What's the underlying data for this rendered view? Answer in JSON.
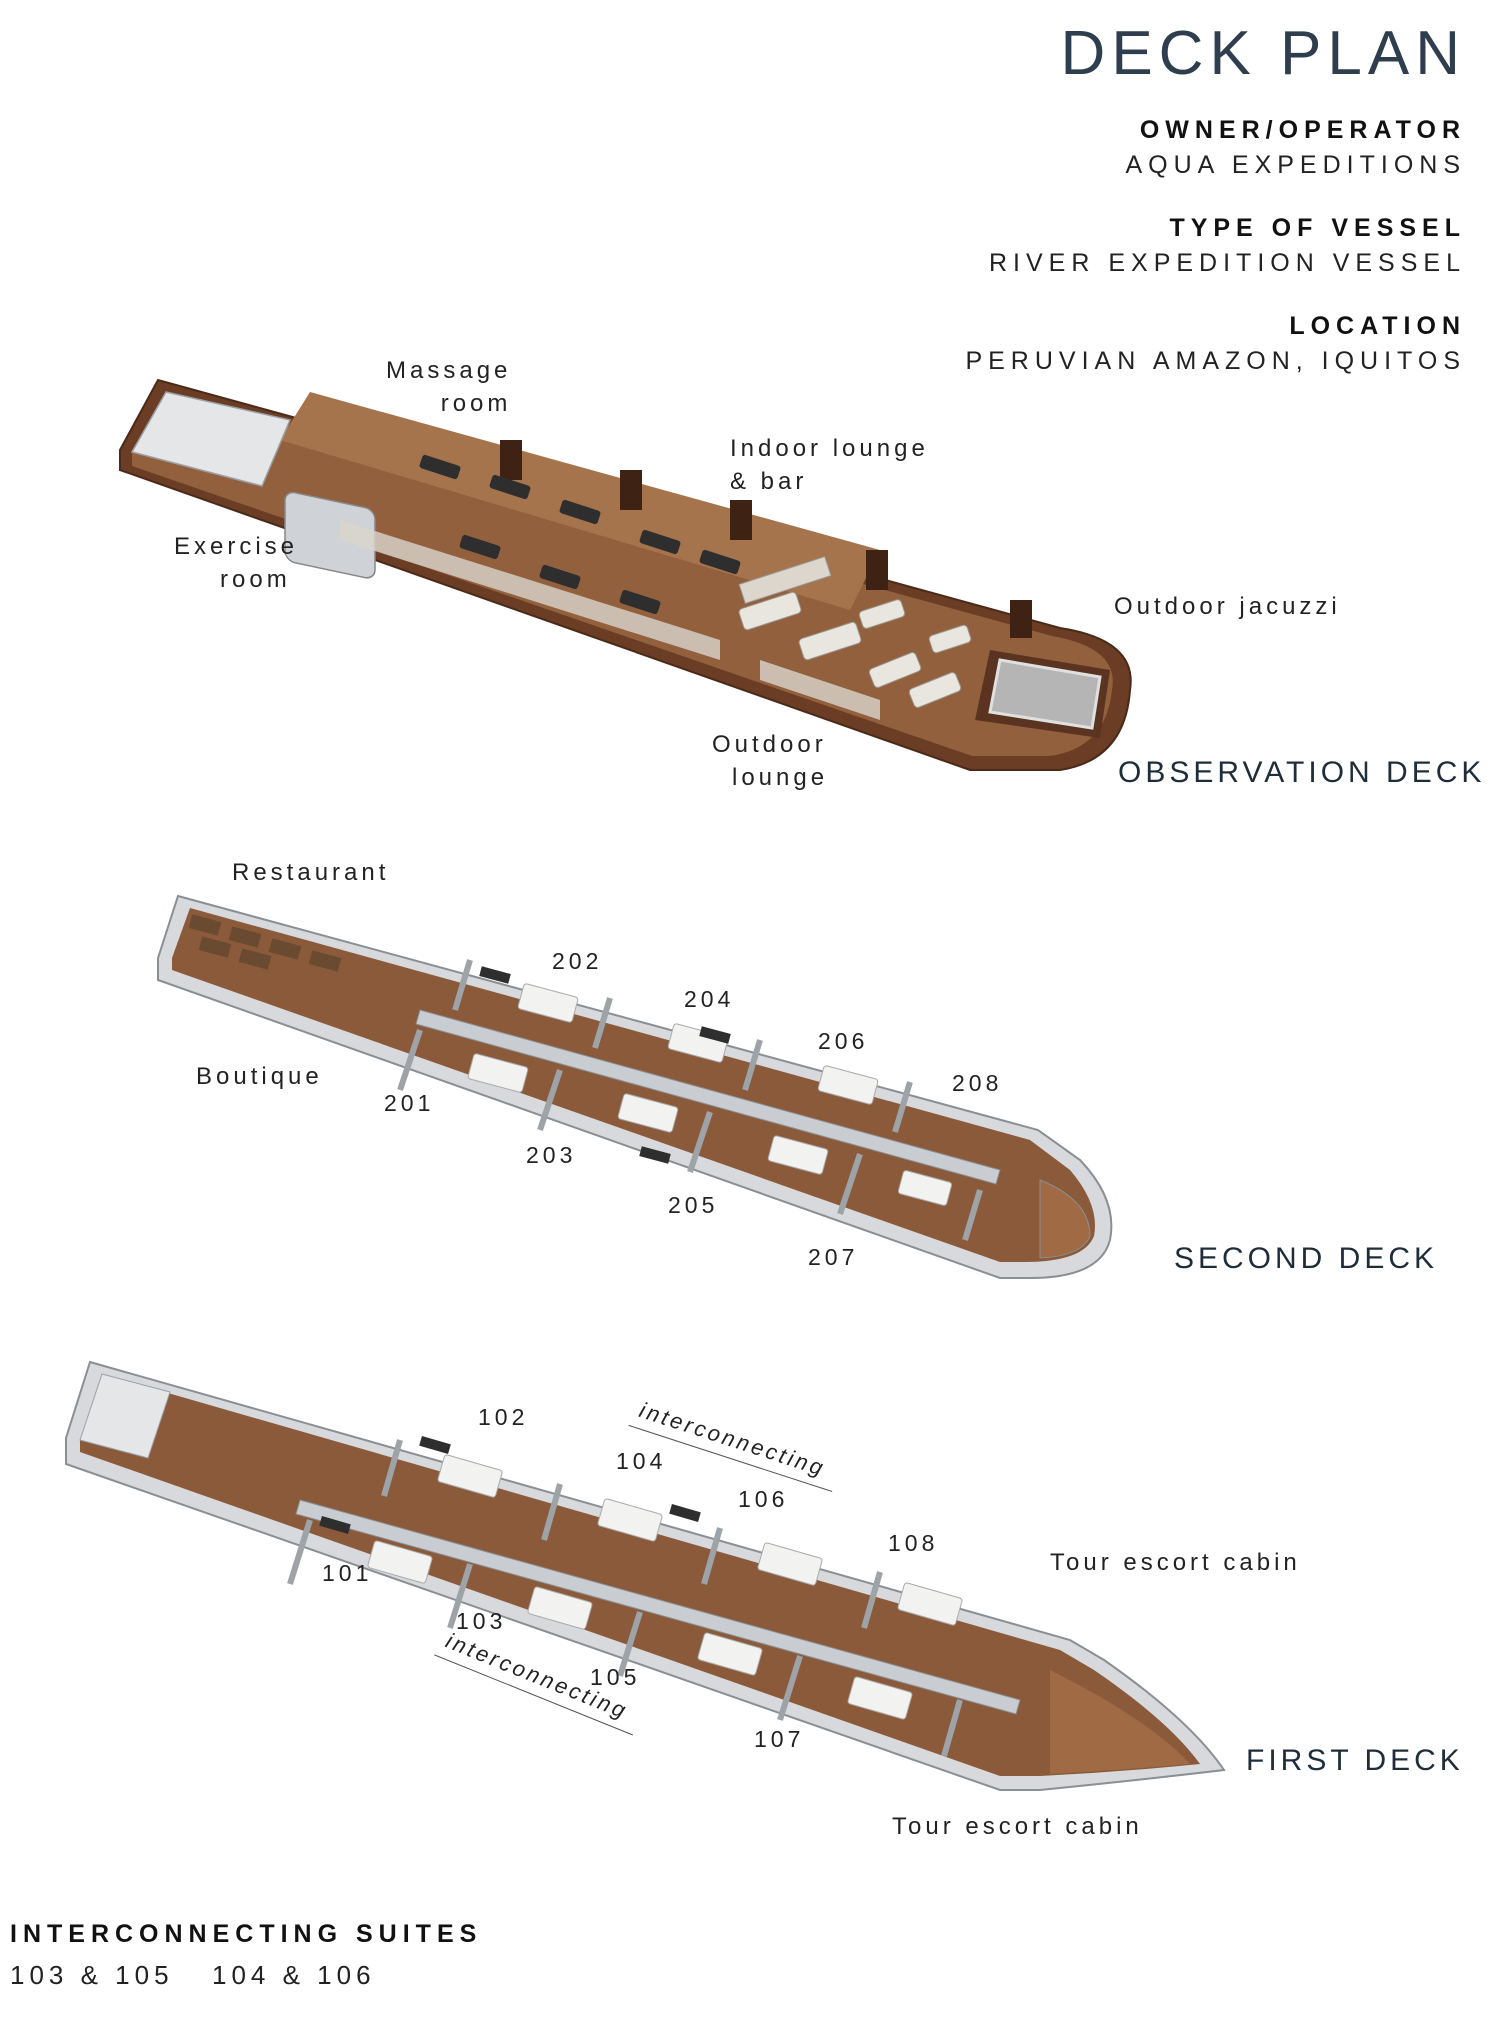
{
  "header": {
    "title": "DECK PLAN",
    "owner_label": "OWNER/OPERATOR",
    "owner_value": "AQUA EXPEDITIONS",
    "vessel_label": "TYPE OF VESSEL",
    "vessel_value": "RIVER EXPEDITION VESSEL",
    "location_label": "LOCATION",
    "location_value": "PERUVIAN AMAZON, IQUITOS"
  },
  "observation_deck": {
    "name": "OBSERVATION DECK",
    "labels": {
      "massage_line1": "Massage",
      "massage_line2": "room",
      "lounge_line1": "Indoor lounge",
      "lounge_line2": "& bar",
      "exercise_line1": "Exercise",
      "exercise_line2": "room",
      "jacuzzi": "Outdoor jacuzzi",
      "outdoor_line1": "Outdoor",
      "outdoor_line2": "lounge"
    }
  },
  "second_deck": {
    "name": "SECOND DECK",
    "restaurant": "Restaurant",
    "boutique": "Boutique",
    "rooms": [
      "202",
      "204",
      "206",
      "208",
      "201",
      "203",
      "205",
      "207"
    ]
  },
  "first_deck": {
    "name": "FIRST DECK",
    "rooms": [
      "102",
      "104",
      "106",
      "108",
      "101",
      "103",
      "105",
      "107"
    ],
    "interconnecting": "interconnecting",
    "tour_escort": "Tour escort cabin"
  },
  "footer": {
    "title": "INTERCONNECTING SUITES",
    "pair1": "103 & 105",
    "pair2": "104 & 106"
  },
  "colors": {
    "wood_floor": "#8a5a3a",
    "dark_wood": "#5a3420",
    "wall_grey": "#b8bcc0",
    "title_blue": "#2f3e4e"
  }
}
